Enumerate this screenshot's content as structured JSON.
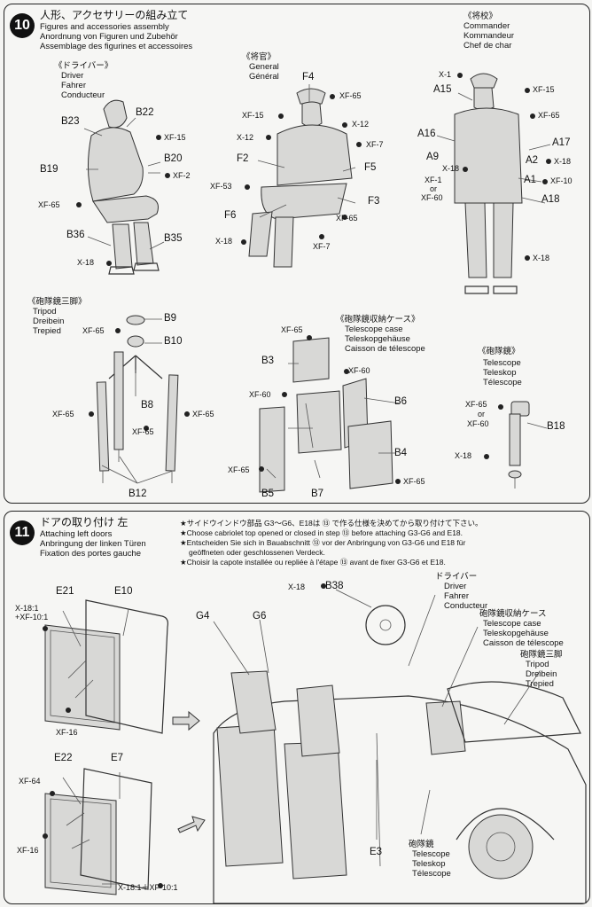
{
  "step10": {
    "number": "10",
    "title_jp": "人形、アクセサリーの組み立て",
    "title_en": "Figures and accessories assembly",
    "title_de": "Anordnung von Figuren und Zubehör",
    "title_fr": "Assemblage des figurines et accessoires",
    "driver": {
      "jp": "《ドライバー》",
      "en": "Driver",
      "de": "Fahrer",
      "fr": "Conducteur"
    },
    "general": {
      "jp": "《将官》",
      "en": "General",
      "fr": "Général"
    },
    "commander": {
      "jp": "《将校》",
      "en": "Commander",
      "de": "Kommandeur",
      "fr": "Chef de char"
    },
    "tripod": {
      "jp": "《砲隊鏡三脚》",
      "en": "Tripod",
      "de": "Dreibein",
      "fr": "Trepied"
    },
    "telescope_case": {
      "jp": "《砲隊鏡収納ケース》",
      "en": "Telescope case",
      "de": "Teleskopgehäuse",
      "fr": "Caisson de télescope"
    },
    "telescope": {
      "jp": "《砲隊鏡》",
      "en": "Telescope",
      "de": "Teleskop",
      "fr": "Télescope"
    },
    "parts": {
      "b23": "B23",
      "b22": "B22",
      "b20": "B20",
      "b19": "B19",
      "b36": "B36",
      "b35": "B35",
      "f4": "F4",
      "f2": "F2",
      "f5": "F5",
      "f3": "F3",
      "f6": "F6",
      "a15": "A15",
      "a16": "A16",
      "a17": "A17",
      "a9": "A9",
      "a2": "A2",
      "a1": "A1",
      "a18": "A18",
      "b9": "B9",
      "b10": "B10",
      "b8": "B8",
      "b12": "B12",
      "b3": "B3",
      "b6": "B6",
      "b4": "B4",
      "b5": "B5",
      "b7": "B7",
      "b18": "B18"
    },
    "paints": {
      "xf15": "XF-15",
      "xf2": "XF-2",
      "xf65": "XF-65",
      "x18": "X-18",
      "x12": "X-12",
      "xf7": "XF-7",
      "xf53": "XF-53",
      "x1": "X-1",
      "xf10": "XF-10",
      "xf1": "XF-1",
      "or": "or",
      "xf60": "XF-60"
    }
  },
  "step11": {
    "number": "11",
    "title_jp": "ドアの取り付け 左",
    "title_en": "Attaching left doors",
    "title_de": "Anbringung der linken Türen",
    "title_fr": "Fixation des portes gauche",
    "notes": [
      "★サイドウインドウ部品 G3～G6、E18は ⑬ で作る仕様を決めてから取り付けて下さい。",
      "★Choose cabriolet top opened or closed in step ⑬ before attaching G3-G6 and E18.",
      "★Entscheiden Sie sich in Bauabschnitt ⑬ vor der Anbringung von G3-G6 und E18 für",
      "geöffneten oder geschlossenen Verdeck.",
      "★Choisir la capote installée ou repliée à l'étape ⑬ avant de fixer G3-G6 et E18."
    ],
    "driver": {
      "jp": "ドライバー",
      "en": "Driver",
      "de": "Fahrer",
      "fr": "Conducteur"
    },
    "telescope_case": {
      "jp": "砲隊鏡収納ケース",
      "en": "Telescope case",
      "de": "Teleskopgehäuse",
      "fr": "Caisson de télescope"
    },
    "tripod": {
      "jp": "砲隊鏡三脚",
      "en": "Tripod",
      "de": "Dreibein",
      "fr": "Trepied"
    },
    "telescope": {
      "jp": "砲隊鏡",
      "en": "Telescope",
      "de": "Teleskop",
      "fr": "Télescope"
    },
    "parts": {
      "e21": "E21",
      "e10": "E10",
      "e22": "E22",
      "e7": "E7",
      "g4": "G4",
      "g6": "G6",
      "b38": "B38",
      "e3": "E3"
    },
    "paints": {
      "mix1a": "X-18:1",
      "mix1b": "+XF-10:1",
      "xf16": "XF-16",
      "xf64": "XF-64",
      "mix2": "X-18:1＋XF-10:1",
      "x18": "X-18"
    }
  }
}
